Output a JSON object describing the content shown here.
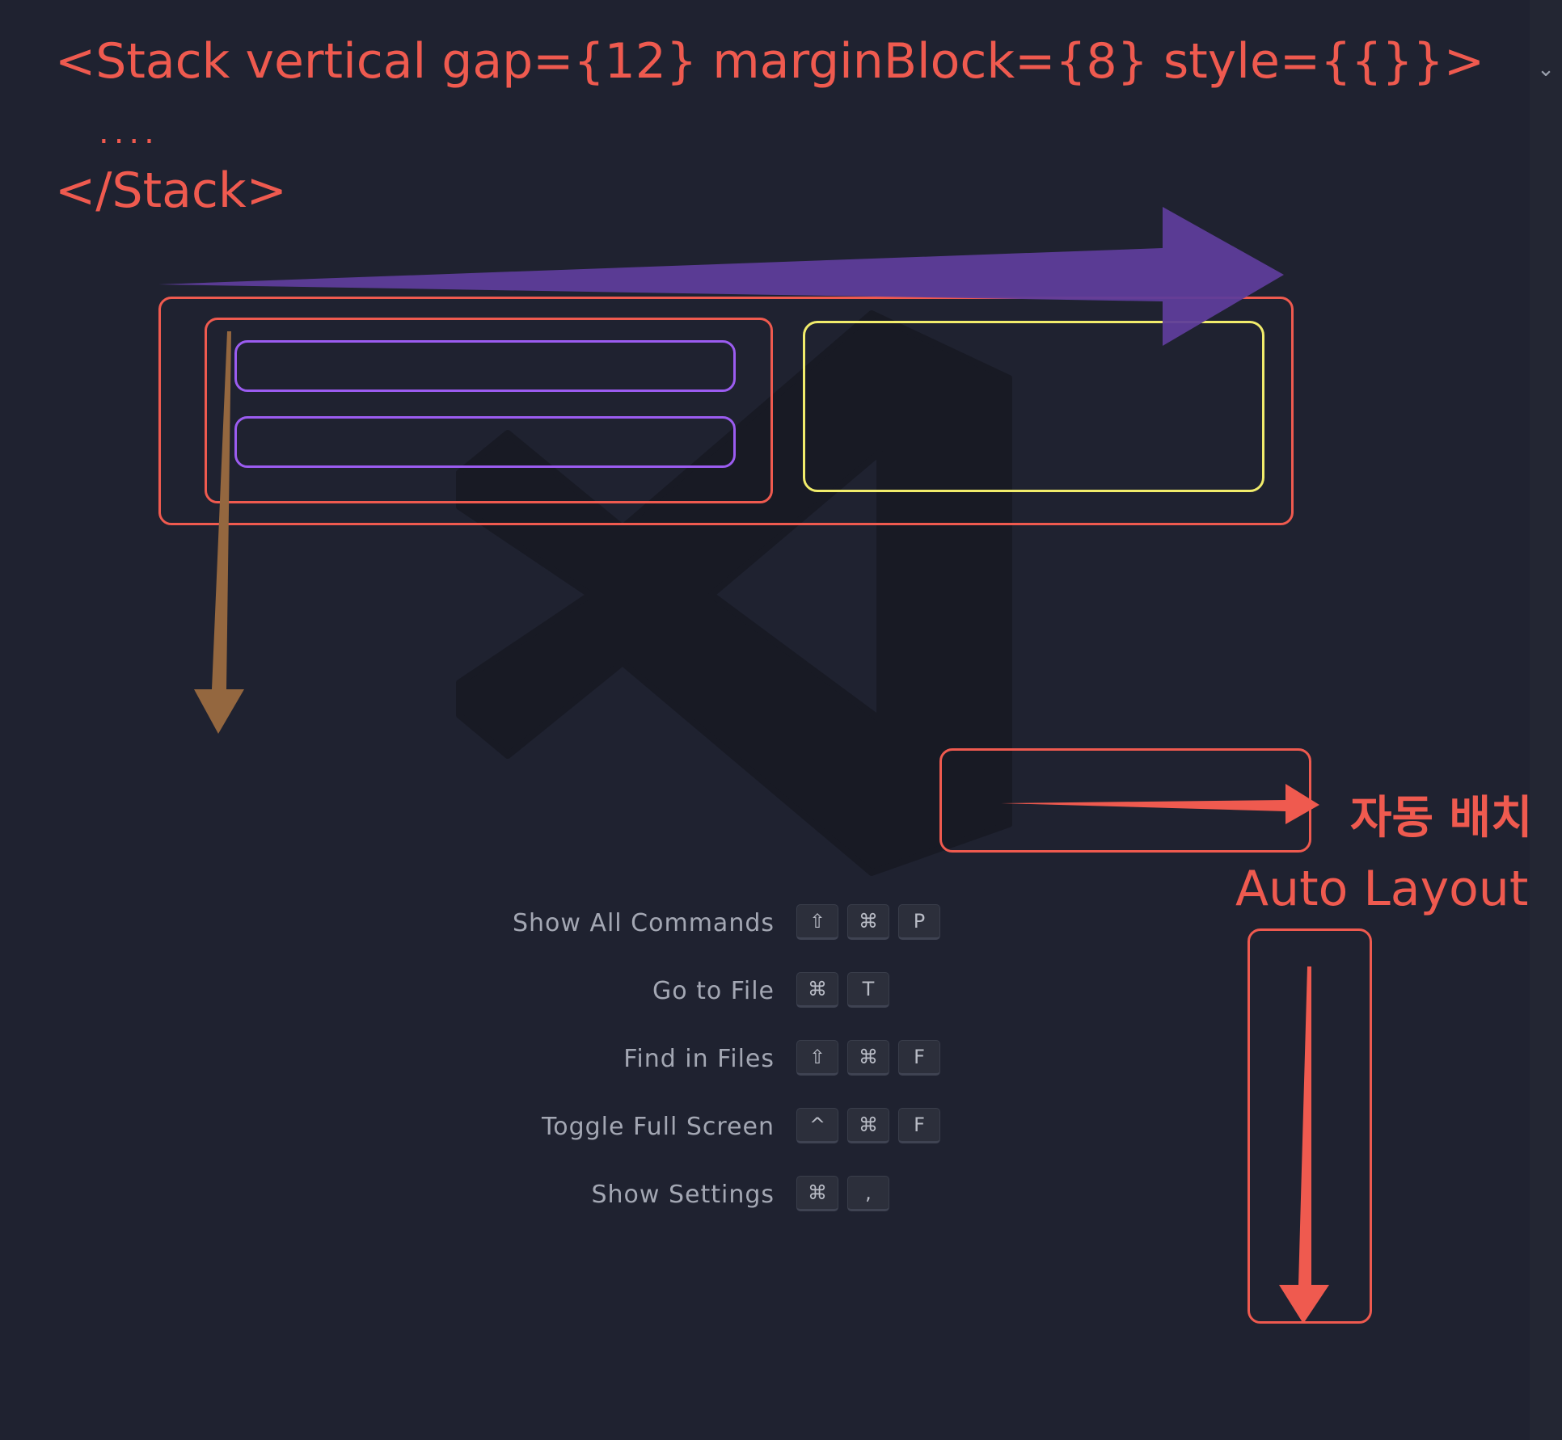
{
  "code": {
    "open_tag": "<Stack vertical gap={12} marginBlock={8} style={{}}>",
    "ellipsis": "....",
    "close_tag": "</Stack>"
  },
  "labels": {
    "korean": "자동 배치",
    "english": "Auto Layout"
  },
  "colors": {
    "background": "#1f2230",
    "annotation_red": "#ef5a4f",
    "annotation_purple": "#9b5cf0",
    "annotation_yellow": "#f1ec6b",
    "arrow_purple": "#5e3d9a",
    "arrow_brown": "#94673f"
  },
  "icons": {
    "watermark": "vscode-logo-icon",
    "scrollbar": "chevron-down-icon"
  },
  "commands": [
    {
      "label": "Show All Commands",
      "keys": [
        "⇧",
        "⌘",
        "P"
      ]
    },
    {
      "label": "Go to File",
      "keys": [
        "⌘",
        "T"
      ]
    },
    {
      "label": "Find in Files",
      "keys": [
        "⇧",
        "⌘",
        "F"
      ]
    },
    {
      "label": "Toggle Full Screen",
      "keys": [
        "^",
        "⌘",
        "F"
      ]
    },
    {
      "label": "Show Settings",
      "keys": [
        "⌘",
        ","
      ]
    }
  ]
}
